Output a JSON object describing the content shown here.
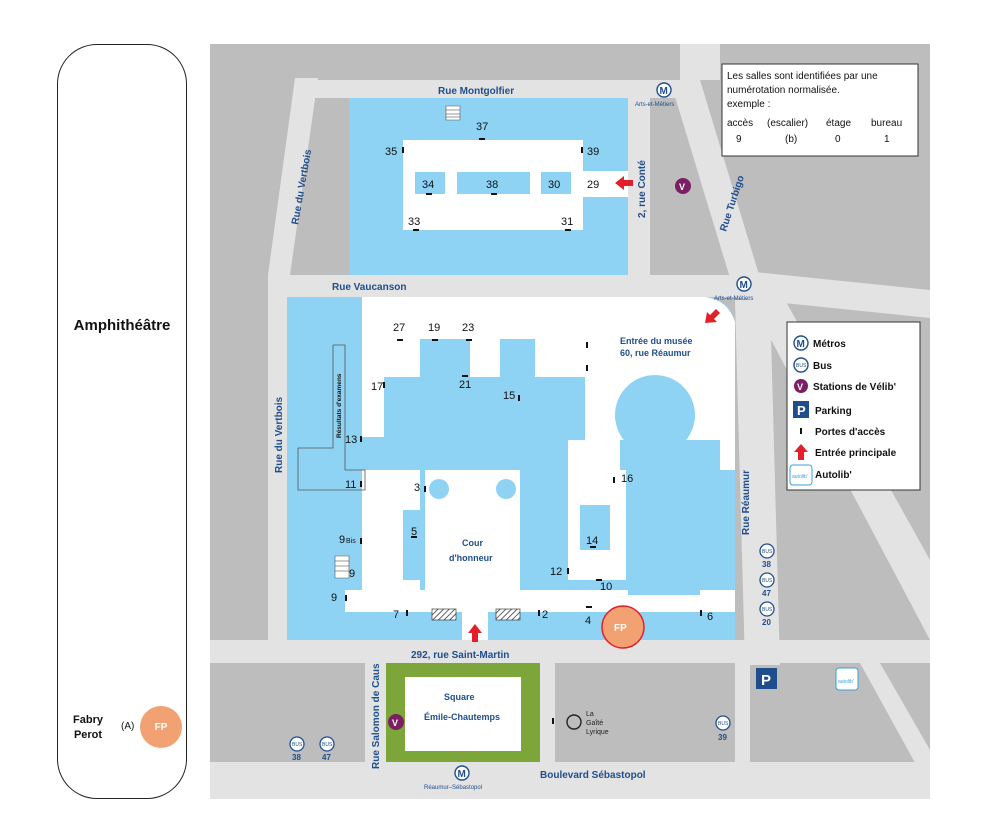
{
  "sidebar": {
    "amphitheatre": "Amphithéâtre",
    "fp_label_line1": "Fabry",
    "fp_label_line2": "Perot",
    "fp_code": "(A)",
    "fp_badge": "FP"
  },
  "streets": {
    "montgolfier": "Rue Montgolfier",
    "vertbois_top": "Rue du Vertbois",
    "vertbois_left": "Rue du Vertbois",
    "conte": "2, rue Conté",
    "turbigo": "Rue Turbigo",
    "vaucanson": "Rue Vaucanson",
    "reaumur": "Rue Réaumur",
    "saint_martin": "292, rue Saint-Martin",
    "salomon": "Rue Salomon de Caus",
    "sebastopol": "Boulevard Sébastopol"
  },
  "stations": {
    "arts_metiers_1": "Arts-et-Métiers",
    "arts_metiers_2": "Arts-et-Métiers",
    "reaumur_sebastopol": "Réaumur–Sébastopol"
  },
  "info_box": {
    "line1": "Les salles sont identifiées par une",
    "line2": "numérotation normalisée.",
    "line3": "exemple :",
    "headers": [
      "accès",
      "(escalier)",
      "étage",
      "bureau"
    ],
    "values": [
      "9",
      "(b)",
      "0",
      "1"
    ]
  },
  "legend": {
    "items": [
      "Métros",
      "Bus",
      "Stations de Vélib'",
      "Parking",
      "Portes d'accès",
      "Entrée principale",
      "Autolib'"
    ]
  },
  "rooms": {
    "r37": "37",
    "r35": "35",
    "r39": "39",
    "r34": "34",
    "r38": "38",
    "r30": "30",
    "r29": "29",
    "r33": "33",
    "r31": "31",
    "r27": "27",
    "r19": "19",
    "r23": "23",
    "r17": "17",
    "r21": "21",
    "r15": "15",
    "r13": "13",
    "r11": "11",
    "r3": "3",
    "r16": "16",
    "r5": "5",
    "r14": "14",
    "r9bis": "9",
    "r9bis_sub": "Bis",
    "r9b": "9",
    "r12": "12",
    "r10": "10",
    "r9": "9",
    "r7": "7",
    "r2": "2",
    "r4": "4",
    "r6": "6"
  },
  "labels": {
    "musee_line1": "Entrée du musée",
    "musee_line2": "60, rue Réaumur",
    "cour_line1": "Cour",
    "cour_line2": "d'honneur",
    "resultats": "Résultats d'examens",
    "square_line1": "Square",
    "square_line2": "Émile-Chautemps",
    "gaite_line1": "La",
    "gaite_line2": "Gaîté",
    "gaite_line3": "Lyrique",
    "fp_badge": "FP"
  },
  "bus": {
    "badge": "BUS",
    "reaumur_38": "38",
    "reaumur_47": "47",
    "reaumur_20": "20",
    "salomon_38": "38",
    "salomon_47": "47",
    "sebasto_39": "39"
  },
  "icons": {
    "metro_letter": "M",
    "velib_letter": "V",
    "parking_letter": "P",
    "autolib_text": "autolib'"
  },
  "colors": {
    "building": "#8fd3f4",
    "street": "#e3e3e3",
    "block": "#bdbdbd",
    "park": "#7ca63a",
    "entrance": "#e3202a",
    "velib": "#7b1e63",
    "street_text": "#1f4e8c",
    "fp": "#f2a272"
  }
}
